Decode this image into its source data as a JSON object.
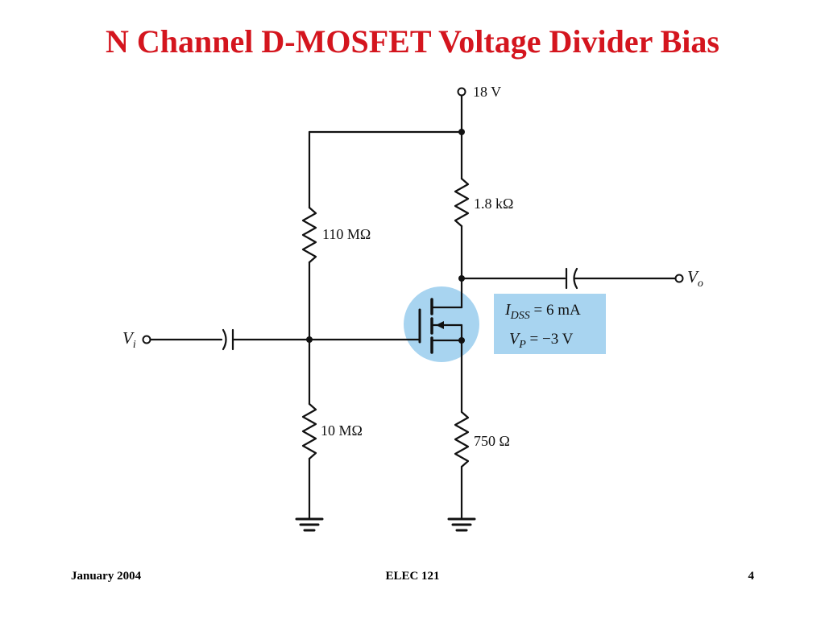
{
  "slide": {
    "title": "N Channel D-MOSFET Voltage Divider Bias"
  },
  "circuit": {
    "supply_label": "18 V",
    "r_drain_label": "1.8 kΩ",
    "r1_label": "110 MΩ",
    "r2_label": "10 MΩ",
    "r_source_label": "750 Ω",
    "input_label": {
      "main": "V",
      "sub": "i"
    },
    "output_label": {
      "main": "V",
      "sub": "o"
    },
    "params": {
      "idss": {
        "symbol": "I",
        "sub": "DSS",
        "value": " = 6 mA"
      },
      "vp": {
        "symbol": "V",
        "sub": "P",
        "value": " = −3 V"
      }
    },
    "colors": {
      "wire": "#111111",
      "transistor_highlight": "#a8d4f0",
      "params_box": "#a8d4f0"
    }
  },
  "footer": {
    "date": "January 2004",
    "course": "ELEC 121",
    "page": "4"
  }
}
